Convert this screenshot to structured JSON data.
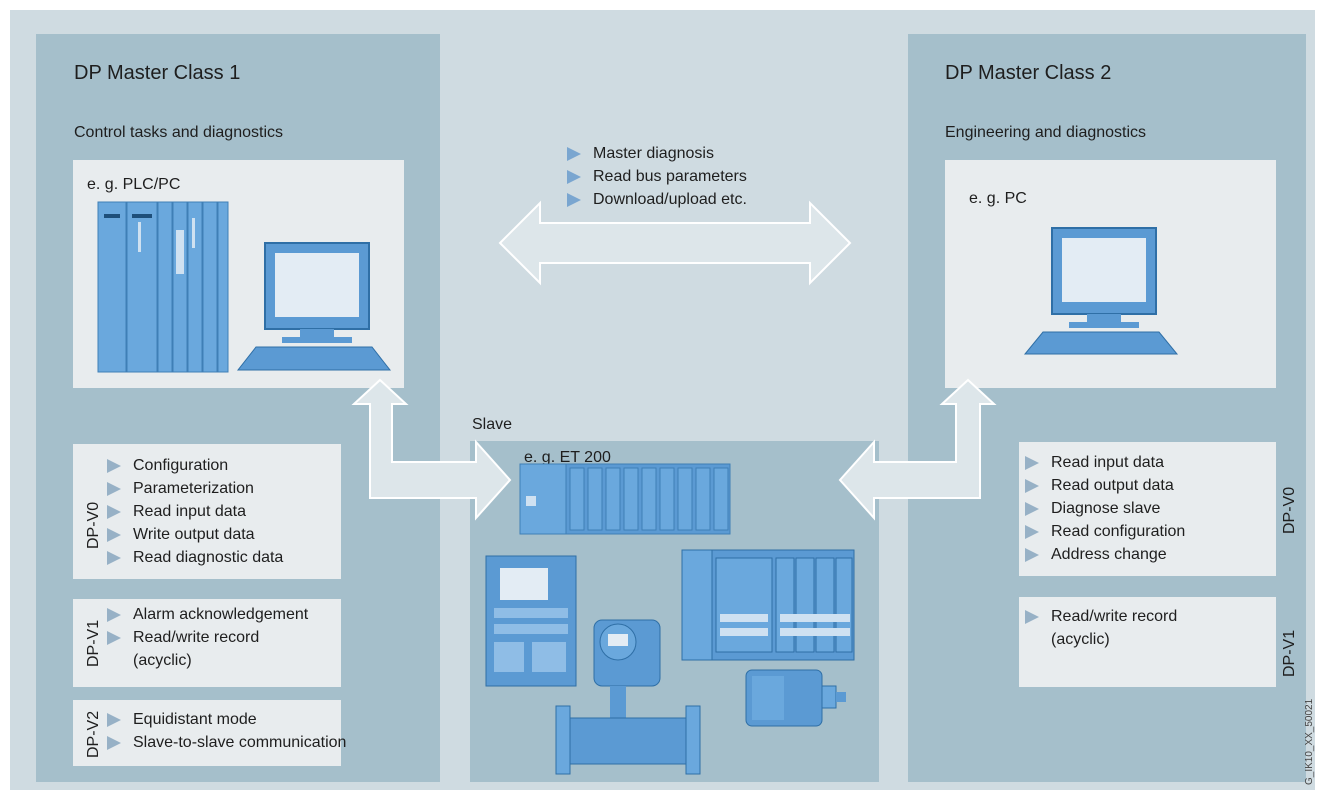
{
  "master1": {
    "title": "DP Master Class 1",
    "subtitle": "Control tasks and diagnostics",
    "device_label": "e. g. PLC/PC",
    "dpv0": {
      "tag": "DP-V0",
      "items": [
        "Configuration",
        "Parameterization",
        "Read input data",
        "Write output data",
        "Read diagnostic data"
      ]
    },
    "dpv1": {
      "tag": "DP-V1",
      "items": [
        "Alarm acknowledgement",
        "Read/write record",
        "(acyclic)"
      ]
    },
    "dpv2": {
      "tag": "DP-V2",
      "items": [
        "Equidistant mode",
        "Slave-to-slave communication"
      ]
    }
  },
  "master2": {
    "title": "DP Master Class 2",
    "subtitle": "Engineering and diagnostics",
    "device_label": "e. g. PC",
    "dpv0": {
      "tag": "DP-V0",
      "items": [
        "Read input data",
        "Read output data",
        "Diagnose slave",
        "Read configuration",
        "Address change"
      ]
    },
    "dpv1": {
      "tag": "DP-V1",
      "items": [
        "Read/write record",
        "(acyclic)"
      ]
    }
  },
  "center": {
    "items": [
      "Master diagnosis",
      "Read bus parameters",
      "Download/upload etc."
    ]
  },
  "slave": {
    "title": "Slave",
    "device_label": "e. g. ET 200"
  },
  "copyright": "G_IK10_XX_50021",
  "colors": {
    "background": "#cfdbe1",
    "panel": "#a5bfcb",
    "box": "#e8ecee",
    "arrow": "#dde6ea",
    "device_blue": "#5b9ad3"
  }
}
